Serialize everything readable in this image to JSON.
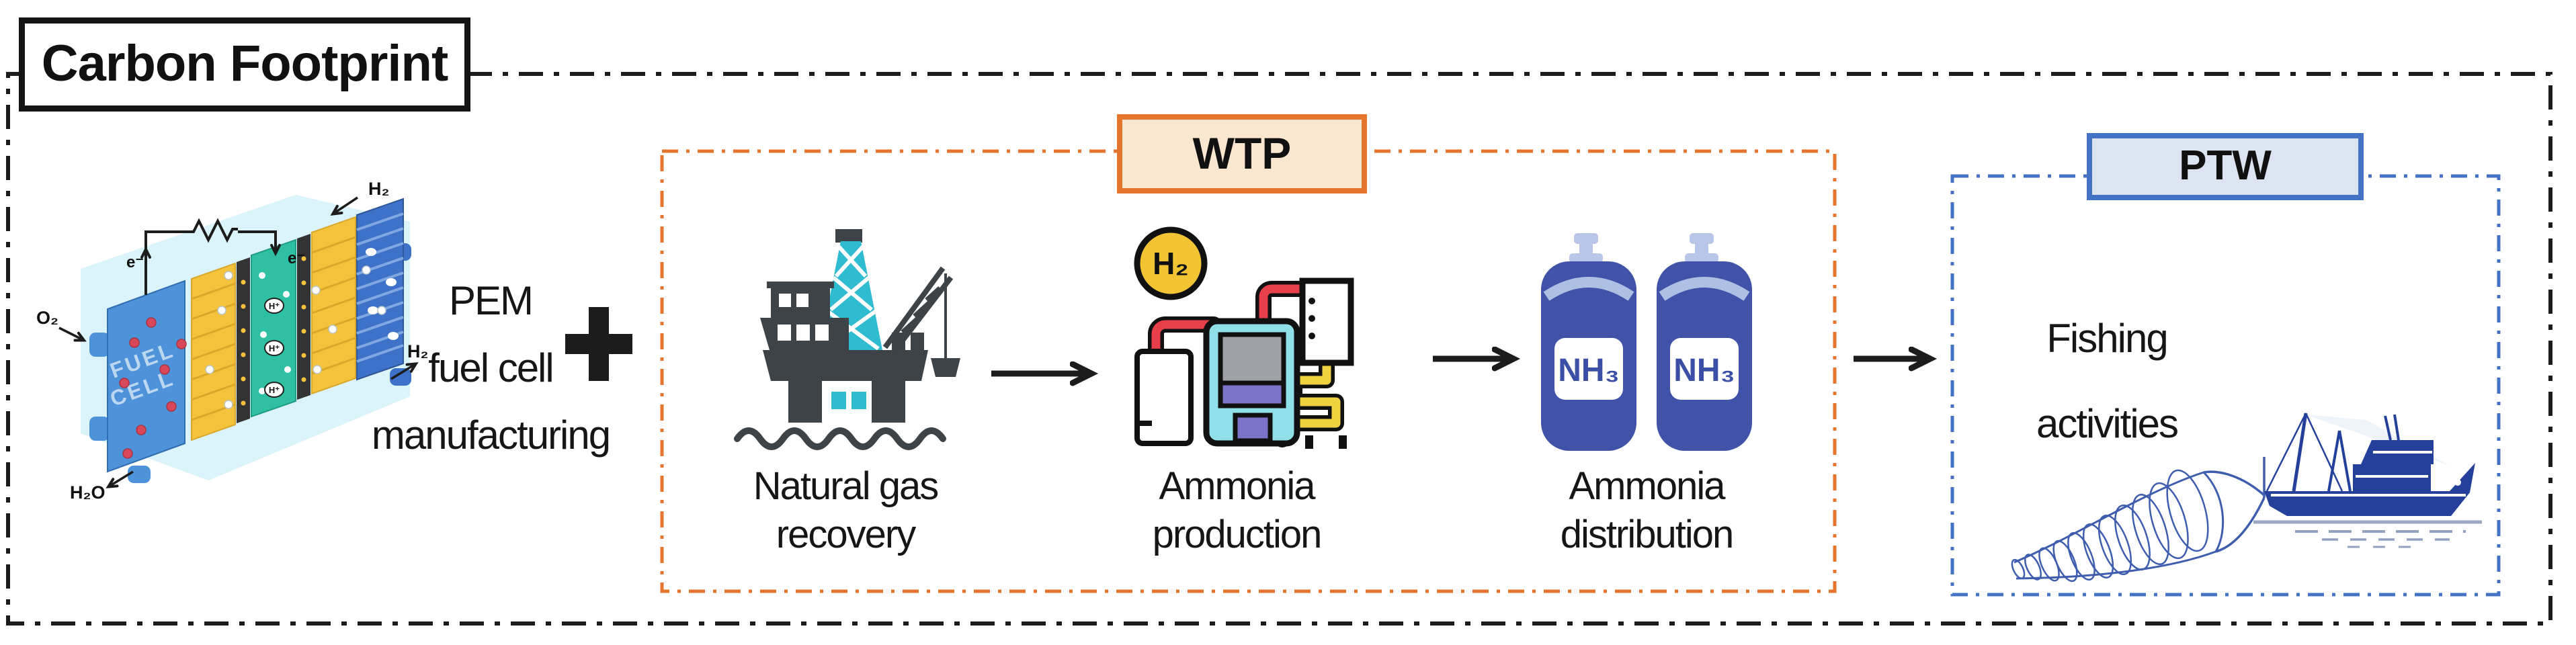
{
  "title": "Carbon Footprint",
  "colors": {
    "outer_border": "#1c1c1c",
    "arrow": "#1c1c1c",
    "wtp_accent": "#E5752C",
    "wtp_fill": "#FBE7D0",
    "ptw_accent": "#4472C4",
    "ptw_fill": "#DCE4F1",
    "nh3_tank_blue": "#4053A8",
    "rig_dark": "#3E4347",
    "rig_teal": "#2FBBD0",
    "h2_badge_yellow": "#F2C433",
    "boat_blue": "#24409A",
    "membrane_green": "#2FBFA3",
    "plate_yellow": "#F5C33B",
    "plate_blue": "#3E72C8"
  },
  "icons": {
    "plus": "plus-icon",
    "flow_arrow": "right-arrow-icon",
    "fuel_cell": "fuel-cell-stack-icon",
    "oil_rig": "offshore-platform-icon",
    "ammonia_plant": "chemical-plant-icon",
    "nh3_cylinders": "gas-cylinder-icon",
    "fishing_boat": "trawler-boat-icon",
    "trawl_net": "trawl-net-icon"
  },
  "pem_block": {
    "line1": "PEM",
    "line2": "fuel cell",
    "line3": "manufacturing",
    "plus_sign": "+",
    "fuel_cell_labels": {
      "front_line1": "FUEL",
      "front_line2": "CELL",
      "h2_top": "H₂",
      "h2_right": "H₂",
      "o2": "O₂",
      "h2o": "H₂O",
      "electron_left": "e⁻",
      "electron_right": "e⁻",
      "proton": "H⁺"
    }
  },
  "wtp": {
    "label": "WTP",
    "steps": [
      {
        "line1": "Natural gas",
        "line2": "recovery"
      },
      {
        "line1": "Ammonia",
        "line2": "production",
        "h2_badge": "H₂"
      },
      {
        "line1": "Ammonia",
        "line2": "distribution",
        "tank_label": "NH₃"
      }
    ]
  },
  "ptw": {
    "label": "PTW",
    "activity": {
      "line1": "Fishing",
      "line2": "activities"
    }
  }
}
